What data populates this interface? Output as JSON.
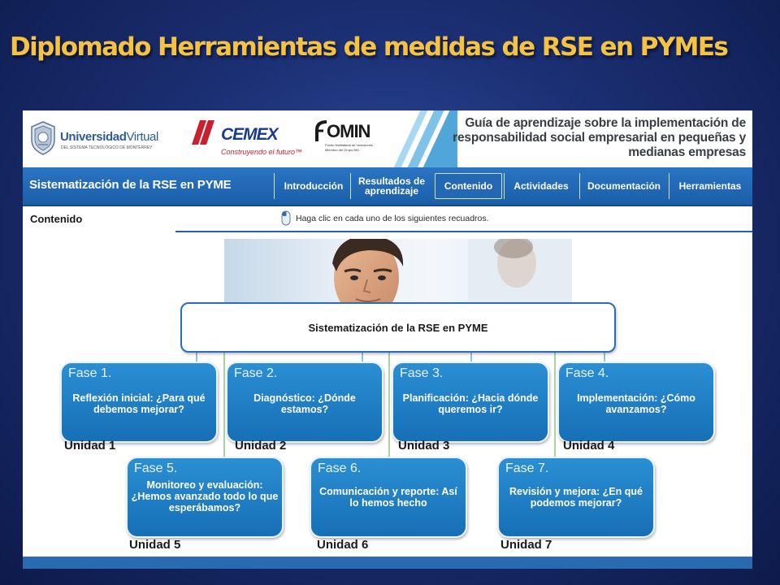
{
  "slide_title": "Diplomado Herramientas de medidas de RSE en PYMEs",
  "header": {
    "universidad": {
      "name_bold": "Universidad",
      "name_light": "Virtual",
      "subtitle": "DEL SISTEMA TECNOLÓGICO DE MONTERREY"
    },
    "cemex": {
      "name": "CEMEX",
      "tagline": "Construyendo el futuro™"
    },
    "fomin": {
      "name": "OMIN",
      "sub1": "Fondo Multilateral de Inversiones",
      "sub2": "Miembro del Grupo BID"
    },
    "guide_title": "Guía de aprendizaje sobre la implementación de responsabilidad social empresarial en pequeñas y medianas empresas"
  },
  "nav": {
    "title": "Sistematización de la RSE en PYME",
    "tabs": [
      {
        "label": "Introducción"
      },
      {
        "label": "Resultados de aprendizaje"
      },
      {
        "label": "Contenido"
      },
      {
        "label": "Actividades"
      },
      {
        "label": "Documentación"
      },
      {
        "label": "Herramientas"
      }
    ],
    "active_tab": "Contenido"
  },
  "content": {
    "label": "Contenido",
    "hint": "Haga clic en cada uno de los siguientes recuadros.",
    "hint_icon": "mouse-icon"
  },
  "diagram": {
    "main_box": "Sistematización de la RSE en PYME",
    "fases": [
      {
        "title": "Fase 1.",
        "desc": "Reflexión inicial: ¿Para qué debemos mejorar?",
        "unidad": "Unidad 1"
      },
      {
        "title": "Fase 2.",
        "desc": "Diagnóstico: ¿Dónde estamos?",
        "unidad": "Unidad 2"
      },
      {
        "title": "Fase 3.",
        "desc": "Planificación: ¿Hacia dónde queremos ir?",
        "unidad": "Unidad 3"
      },
      {
        "title": "Fase 4.",
        "desc": "Implementación: ¿Cómo avanzamos?",
        "unidad": "Unidad 4"
      },
      {
        "title": "Fase 5.",
        "desc": "Monitoreo y evaluación: ¿Hemos avanzado todo lo que esperábamos?",
        "unidad": "Unidad 5"
      },
      {
        "title": "Fase 6.",
        "desc": "Comunicación y reporte: Así lo hemos hecho",
        "unidad": "Unidad 6"
      },
      {
        "title": "Fase 7.",
        "desc": "Revisión y mejora: ¿En qué podemos mejorar?",
        "unidad": "Unidad 7"
      }
    ]
  },
  "colors": {
    "title_gold": "#f5c242",
    "nav_blue": "#1f66b5",
    "fase_blue": "#2280c6",
    "text_dark": "#3a3d42"
  }
}
